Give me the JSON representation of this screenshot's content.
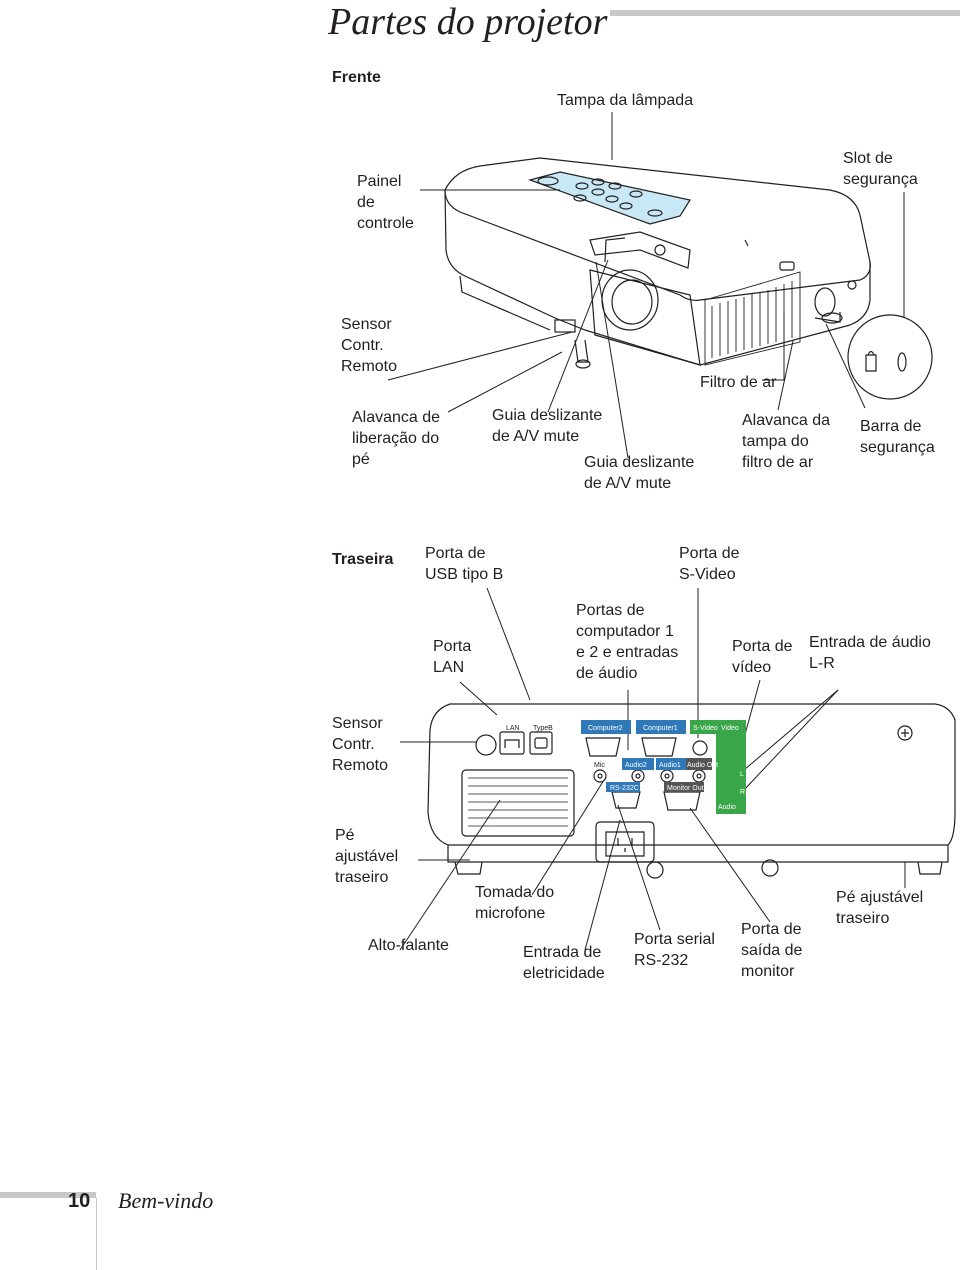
{
  "page": {
    "title": "Partes do projetor",
    "page_number": "10",
    "section": "Bem-vindo"
  },
  "front": {
    "heading": "Frente",
    "labels": {
      "lamp_cover": "Tampa da lâmpada",
      "control_panel": "Painel\nde\ncontrole",
      "security_slot": "Slot de\nsegurança",
      "remote_sensor": "Sensor\nContr.\nRemoto",
      "air_filter": "Filtro de ar",
      "foot_release": "Alavanca de\nliberação do\npé",
      "av_mute_slide_1": "Guia deslizante\nde A/V mute",
      "av_mute_slide_2": "Guia deslizante\nde A/V mute",
      "filter_cover_lever": "Alavanca da\ntampa do\nfiltro de ar",
      "security_bar": "Barra de\nsegurança"
    }
  },
  "rear": {
    "heading": "Traseira",
    "labels": {
      "usb_b": "Porta de\nUSB tipo B",
      "svideo": "Porta de\nS-Video",
      "lan": "Porta\nLAN",
      "computer_ports": "Portas de\ncomputador 1\ne 2 e entradas\nde áudio",
      "video": "Porta de\nvídeo",
      "audio_lr": "Entrada de áudio\nL-R",
      "remote_sensor": "Sensor\nContr.\nRemoto",
      "rear_foot_left": "Pé\najustável\ntraseiro",
      "speaker": "Alto-falante",
      "mic": "Tomada do\nmicrofone",
      "power_inlet": "Entrada de\neletricidade",
      "rs232": "Porta serial\nRS-232",
      "monitor_out": "Porta de\nsaída de\nmonitor",
      "rear_foot_right": "Pé ajustável\ntraseiro"
    },
    "panel_text": {
      "lan": "LAN",
      "typeb": "TypeB",
      "computer2": "Computer2",
      "computer1": "Computer1",
      "svideo": "S-Video",
      "video": "Video",
      "mic": "Mic",
      "audio2": "Audio2",
      "audio1": "Audio1",
      "audio_out": "Audio Out",
      "rs232c": "RS-232C",
      "monitor_out": "Monitor Out",
      "audio_lr": "Audio",
      "l": "L",
      "r": "R"
    }
  },
  "colors": {
    "panel_blue": "#2f79b8",
    "panel_green": "#3aa64a",
    "highlight_blue": "#c9e8f6",
    "rule_gray": "#c8c8c8"
  }
}
